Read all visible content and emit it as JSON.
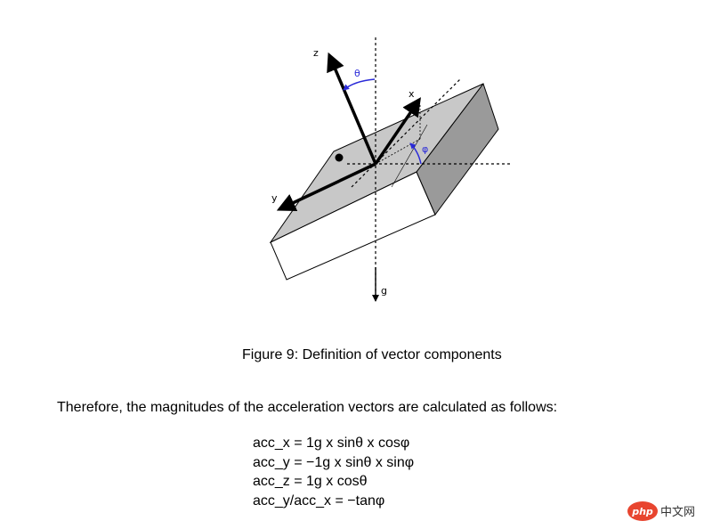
{
  "figure": {
    "labels": {
      "z": "z",
      "x": "x",
      "y": "y",
      "g": "g",
      "theta": "θ",
      "phi": "φ"
    },
    "colors": {
      "top_face": "#c8c8c8",
      "right_face": "#9a9a9a",
      "front_face": "#ffffff",
      "angle_arc": "#2a2ad8"
    },
    "caption": "Figure 9: Definition of vector components"
  },
  "body_text": {
    "intro": "Therefore, the magnitudes of the acceleration vectors are calculated as follows:",
    "equations": [
      "acc_x = 1g x sinθ x cosφ",
      "acc_y = −1g x sinθ x sinφ",
      "acc_z = 1g x cosθ",
      "acc_y/acc_x = −tanφ"
    ]
  },
  "watermark": {
    "logo_text": "php",
    "site_text": "中文网",
    "colors": {
      "logo_fill": "#e8452f",
      "text": "#333333"
    }
  }
}
